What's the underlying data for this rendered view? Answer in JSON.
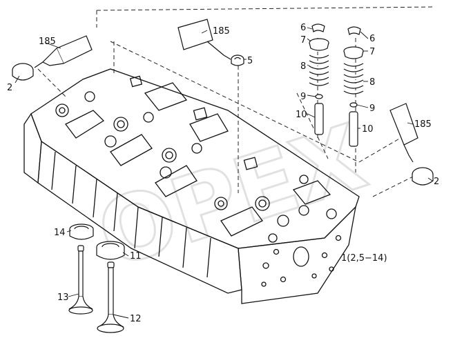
{
  "watermark": "OPEX",
  "callouts": [
    {
      "id": "c185a",
      "text": "185"
    },
    {
      "id": "c2a",
      "text": "2"
    },
    {
      "id": "c185b",
      "text": "185"
    },
    {
      "id": "c5",
      "text": "5"
    },
    {
      "id": "c6a",
      "text": "6"
    },
    {
      "id": "c7a",
      "text": "7"
    },
    {
      "id": "c8a",
      "text": "8"
    },
    {
      "id": "c9a",
      "text": "9"
    },
    {
      "id": "c10a",
      "text": "10"
    },
    {
      "id": "c6b",
      "text": "6"
    },
    {
      "id": "c7b",
      "text": "7"
    },
    {
      "id": "c8b",
      "text": "8"
    },
    {
      "id": "c9b",
      "text": "9"
    },
    {
      "id": "c10b",
      "text": "10"
    },
    {
      "id": "c185c",
      "text": "185"
    },
    {
      "id": "c2b",
      "text": "2"
    },
    {
      "id": "c1",
      "text": "1(2,5−14)"
    },
    {
      "id": "c14",
      "text": "14"
    },
    {
      "id": "c11",
      "text": "11"
    },
    {
      "id": "c13",
      "text": "13"
    },
    {
      "id": "c12",
      "text": "12"
    }
  ]
}
